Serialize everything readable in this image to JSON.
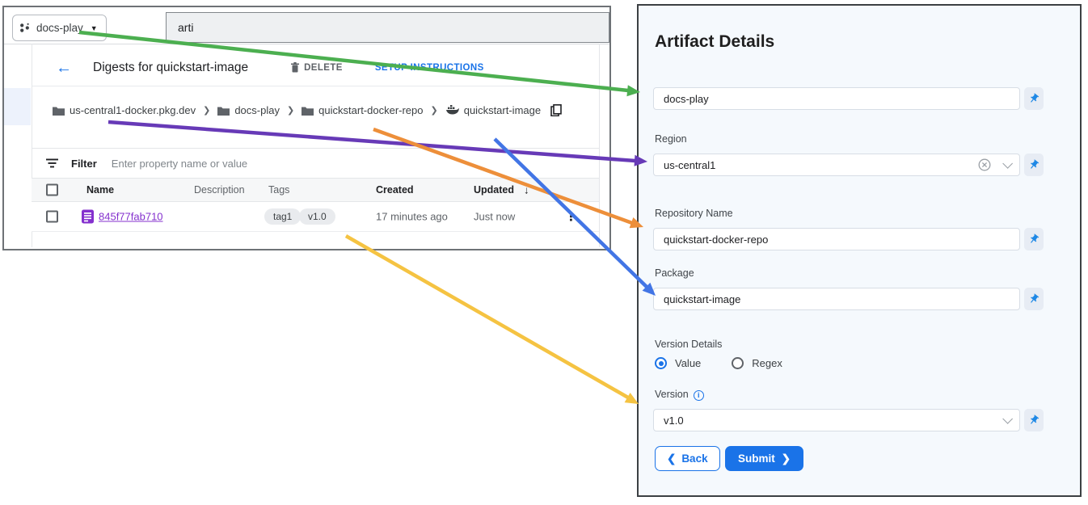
{
  "colors": {
    "accent_blue": "#1a73e8",
    "link_purple": "#8430ce",
    "panel_bg": "#f5f9fd",
    "arrow_green": "#4caf50",
    "arrow_purple": "#673ab7",
    "arrow_orange": "#ed8f3a",
    "arrow_blue": "#4275e5",
    "arrow_yellow": "#f5c342"
  },
  "console": {
    "project_selector": {
      "label": "docs-play",
      "caret": "▼"
    },
    "search": {
      "value": "arti"
    },
    "header": {
      "back_icon": "←",
      "title": "Digests for quickstart-image",
      "delete_label": "DELETE",
      "setup_label": "SETUP INSTRUCTIONS"
    },
    "breadcrumb": {
      "separator": "❯",
      "items": [
        {
          "label": "us-central1-docker.pkg.dev",
          "icon": "folder-icon"
        },
        {
          "label": "docs-play",
          "icon": "folder-icon"
        },
        {
          "label": "quickstart-docker-repo",
          "icon": "folder-icon"
        },
        {
          "label": "quickstart-image",
          "icon": "container-image-icon"
        }
      ]
    },
    "filter": {
      "label": "Filter",
      "placeholder": "Enter property name or value"
    },
    "table": {
      "columns": {
        "name": "Name",
        "description": "Description",
        "tags": "Tags",
        "created": "Created",
        "updated": "Updated"
      },
      "sort_icon": "↓",
      "kebab_icon": "⋮",
      "rows": [
        {
          "name": "845f77fab710",
          "description": "",
          "tags": [
            "tag1",
            "v1.0"
          ],
          "created": "17 minutes ago",
          "updated": "Just now"
        }
      ]
    }
  },
  "form": {
    "title": "Artifact Details",
    "project": {
      "value": "docs-play"
    },
    "region": {
      "label": "Region",
      "value": "us-central1"
    },
    "repository": {
      "label": "Repository Name",
      "value": "quickstart-docker-repo"
    },
    "package": {
      "label": "Package",
      "value": "quickstart-image"
    },
    "version_details": {
      "label": "Version Details",
      "option_value": "Value",
      "option_regex": "Regex",
      "selected": "Value"
    },
    "version": {
      "label": "Version",
      "info_icon": "i",
      "value": "v1.0"
    },
    "buttons": {
      "back": "Back",
      "submit": "Submit",
      "chevron_left": "❮",
      "chevron_right": "❯"
    }
  }
}
